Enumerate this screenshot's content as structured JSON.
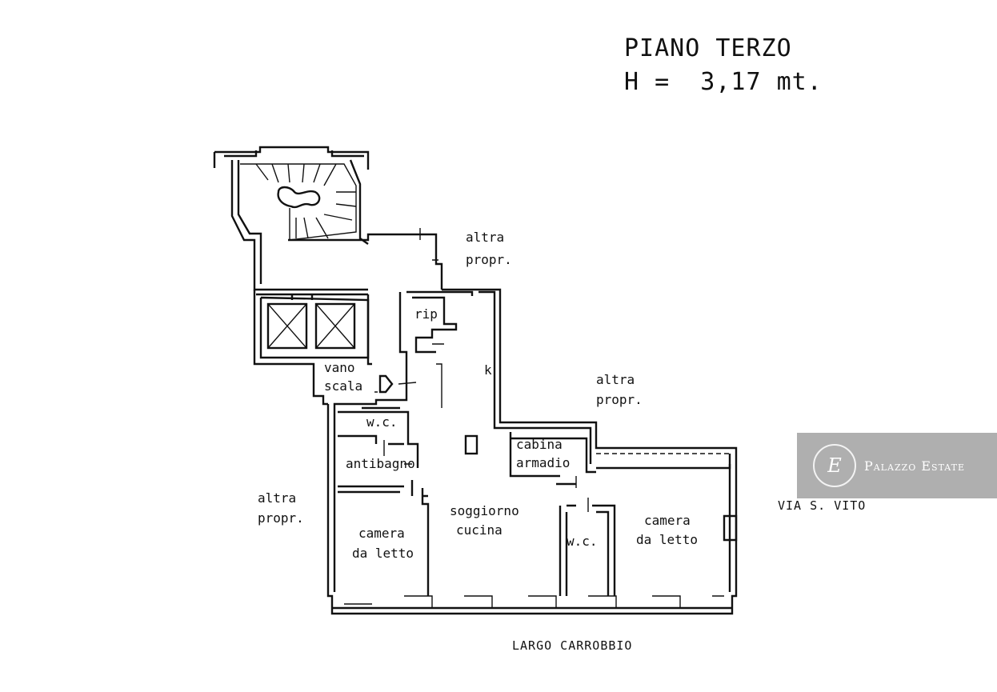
{
  "header": {
    "title": "PIANO TERZO",
    "height_label": "H =  3,17 mt."
  },
  "labels": {
    "altra_propr_top_1": "altra",
    "altra_propr_top_2": "propr.",
    "altra_propr_right_1": "altra",
    "altra_propr_right_2": "propr.",
    "altra_propr_left_1": "altra",
    "altra_propr_left_2": "propr.",
    "rip": "rip",
    "k": "k",
    "vano_1": "vano",
    "vano_2": "scala",
    "wc_top": "w.c.",
    "antibagno": "antibagno",
    "cabina_1": "cabina",
    "cabina_2": "armadio",
    "soggiorno_1": "soggiorno",
    "soggiorno_2": "cucina",
    "camera_left_1": "camera",
    "camera_left_2": "da letto",
    "wc_bottom": "w.c.",
    "camera_right_1": "camera",
    "camera_right_2": "da letto"
  },
  "streets": {
    "east": "VIA S. VITO",
    "south": "LARGO CARROBBIO"
  },
  "watermark": {
    "brand": "Palazzo Estate",
    "logo_glyph": "E"
  }
}
